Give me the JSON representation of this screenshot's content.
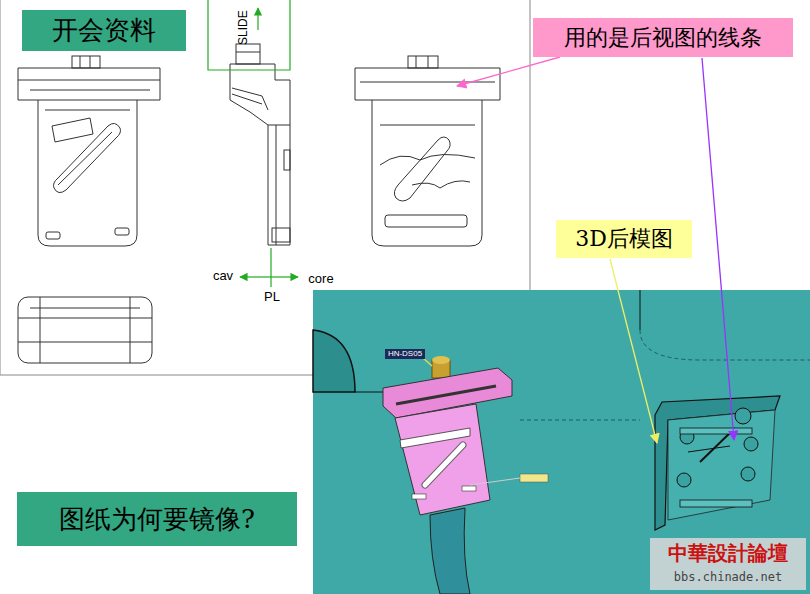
{
  "diagram": {
    "nodes": [
      {
        "text": [
          "开会资料"
        ]
      },
      {
        "text": [
          "用的是后视图的线条"
        ]
      },
      {
        "text": [
          "3D后模图"
        ]
      },
      {
        "text": [
          "图纸为何要镜像?"
        ]
      }
    ],
    "labels": [
      "SLIDE",
      "cav",
      "core",
      "PL",
      "HN-DS05",
      "中華設計論壇",
      "bbs.chinade.net"
    ]
  }
}
